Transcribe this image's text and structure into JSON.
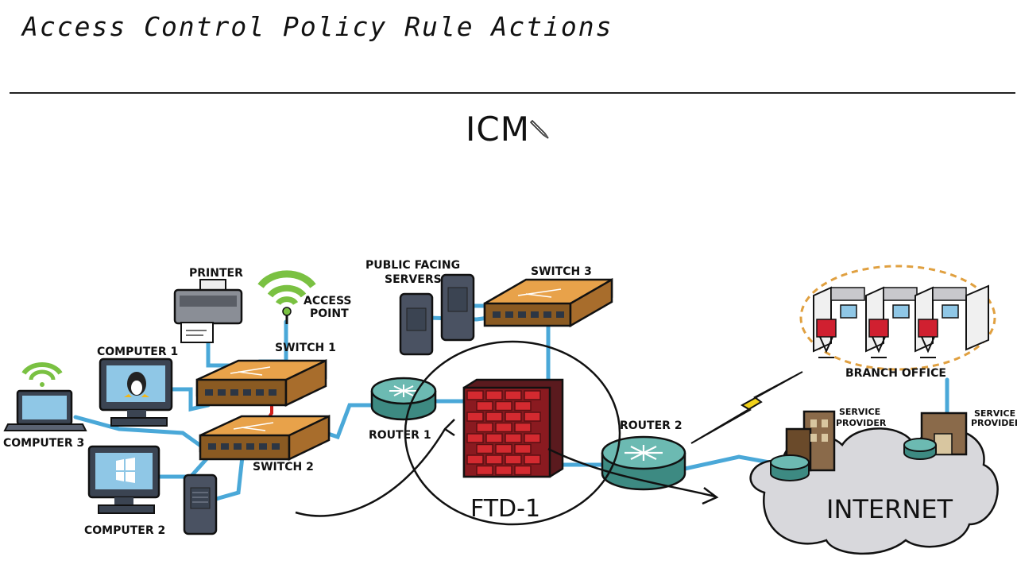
{
  "page": {
    "title": "Access Control Policy Rule Actions",
    "handwritten_note": "ICM"
  },
  "labels": {
    "printer": "PRINTER",
    "access_point_line1": "ACCESS",
    "access_point_line2": "POINT",
    "computer1": "COMPUTER 1",
    "computer2": "COMPUTER 2",
    "computer3": "COMPUTER 3",
    "switch1": "SWITCH 1",
    "switch2": "SWITCH 2",
    "switch3": "SWITCH 3",
    "public_servers_line1": "PUBLIC FACING",
    "public_servers_line2": "SERVERS",
    "router1": "ROUTER 1",
    "router2": "ROUTER 2",
    "firewall": "FTD-1",
    "branch_office": "BRANCH OFFICE",
    "sp_left_line1": "SERVICE",
    "sp_left_line2": "PROVIDER",
    "sp_right_line1": "SERVICE",
    "sp_right_line2": "PROVIDER",
    "internet": "INTERNET"
  },
  "colors": {
    "link": "#4aa8d8",
    "switch_top": "#e8a24a",
    "switch_side": "#8a5a22",
    "router": "#5aa8a0",
    "brick": "#c8202a",
    "wifi": "#7ac142",
    "cloud": "#d8d8dc",
    "branch_ring": "#e0a040",
    "lightning": "#f2d21a",
    "chair": "#d02030"
  },
  "icons": [
    "printer-icon",
    "access-point-icon",
    "wifi-icon",
    "computer-icon",
    "laptop-icon",
    "server-icon",
    "switch-icon",
    "router-icon",
    "firewall-icon",
    "cloud-icon",
    "building-icon",
    "lightning-icon",
    "pencil-cursor-icon"
  ]
}
